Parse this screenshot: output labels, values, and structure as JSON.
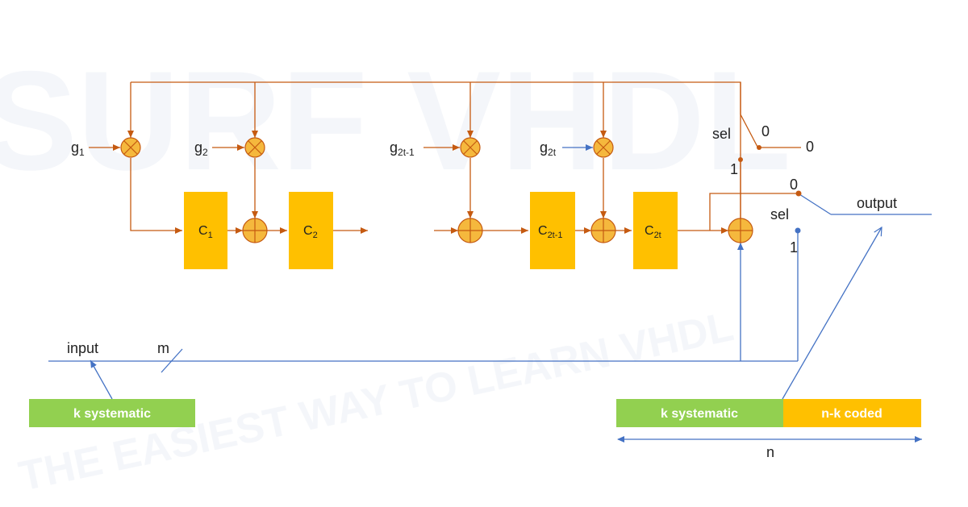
{
  "watermark": {
    "logo": "SURF VHDL",
    "tagline": "THE EASIEST WAY TO LEARN VHDL"
  },
  "coefficients": [
    {
      "main": "g",
      "sub": "1"
    },
    {
      "main": "g",
      "sub": "2"
    },
    {
      "main": "g",
      "sub": "2t-1"
    },
    {
      "main": "g",
      "sub": "2t"
    }
  ],
  "registers": [
    {
      "main": "C",
      "sub": "1"
    },
    {
      "main": "C",
      "sub": "2"
    },
    {
      "main": "C",
      "sub": "2t-1"
    },
    {
      "main": "C",
      "sub": "2t"
    }
  ],
  "mux_top": {
    "sel": "sel",
    "in0": "0",
    "out": "0",
    "in1": "1"
  },
  "mux_out": {
    "sel": "sel",
    "in0": "0",
    "in1": "1",
    "out": "output"
  },
  "input": {
    "label": "input",
    "width": "m"
  },
  "input_block": {
    "label": "k systematic"
  },
  "output_block": {
    "systematic": "k systematic",
    "coded": "n-k coded",
    "length": "n"
  },
  "colors": {
    "orange_wire": "#c55a11",
    "blue_wire": "#4472c4",
    "register": "#ffc000",
    "node": "#f5b83d",
    "green": "#92d050",
    "gold": "#ffc000"
  }
}
